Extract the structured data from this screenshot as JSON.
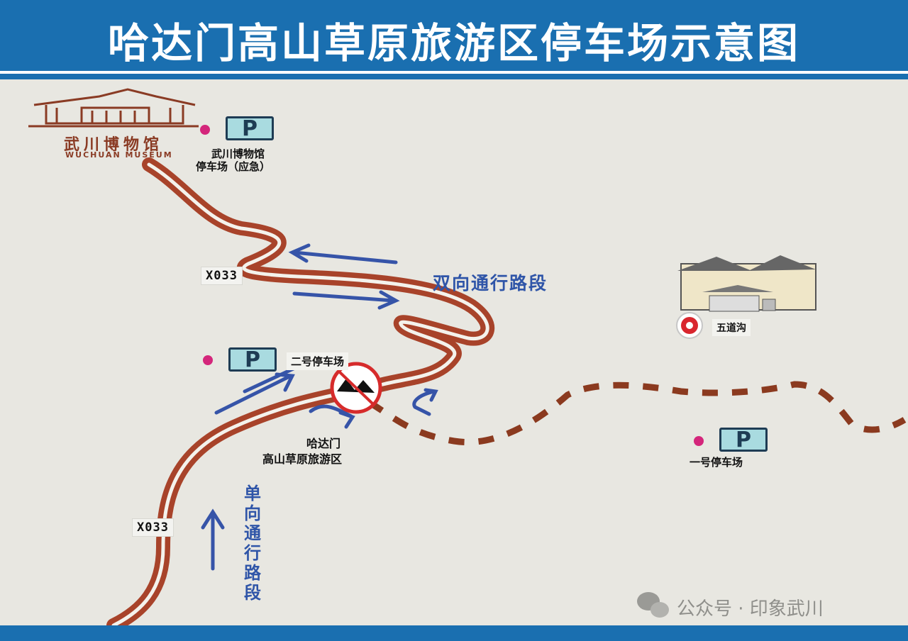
{
  "title": "哈达门高山草原旅游区停车场示意图",
  "museum": {
    "name_cn": "武川博物馆",
    "name_en": "WUCHUAN MUSEUM",
    "parking_label_line1": "武川博物馆",
    "parking_label_line2": "停车场（应急）"
  },
  "parking_sign_symbol": "P",
  "road_code_1": "X033",
  "road_code_2": "X033",
  "two_way_label": "双向通行路段",
  "one_way_label": [
    "单",
    "向",
    "通",
    "行",
    "路",
    "段"
  ],
  "parking_2_label": "二号停车场",
  "parking_1_label": "一号停车场",
  "scenic_area_line1": "哈达门",
  "scenic_area_line2": "高山草原旅游区",
  "village_label": "五道沟",
  "watermark": "公众号 · 印象武川",
  "colors": {
    "header_blue": "#1a6fb0",
    "road_brown": "#a8432a",
    "arrow_blue": "#2f55a8",
    "parking_sign_fill": "#a9dbe0",
    "marker_pink": "#d4267b"
  },
  "icons": [
    "museum-building-icon",
    "parking-sign-icon",
    "no-entry-sign-icon",
    "village-house-icon",
    "location-marker-icon",
    "wechat-icon"
  ]
}
